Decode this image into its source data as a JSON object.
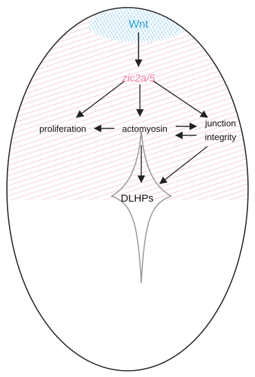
{
  "diagram": {
    "nodes": {
      "wnt": "Wnt",
      "zic": "zic2a/5",
      "proliferation": "proliferation",
      "actomyosin": "actomyosin",
      "junction_line1": "junction",
      "junction_line2": "integrity",
      "dlhps": "DLHPs"
    },
    "edges": [
      {
        "from": "Wnt",
        "to": "zic2a/5"
      },
      {
        "from": "zic2a/5",
        "to": "proliferation"
      },
      {
        "from": "zic2a/5",
        "to": "actomyosin"
      },
      {
        "from": "zic2a/5",
        "to": "junction integrity"
      },
      {
        "from": "actomyosin",
        "to": "proliferation"
      },
      {
        "from": "actomyosin",
        "to": "junction integrity"
      },
      {
        "from": "junction integrity",
        "to": "actomyosin"
      },
      {
        "from": "actomyosin",
        "to": "DLHPs"
      },
      {
        "from": "junction integrity",
        "to": "DLHPs"
      }
    ],
    "colors": {
      "wnt_text": "#2a9fd6",
      "wnt_hatch": "#5bb5e8",
      "zic_text": "#e67fa4",
      "pink_hatch": "#f2b3c8",
      "outline": "#222222",
      "hinge_curve": "#999999",
      "arrow": "#222222",
      "text": "#111111"
    }
  }
}
